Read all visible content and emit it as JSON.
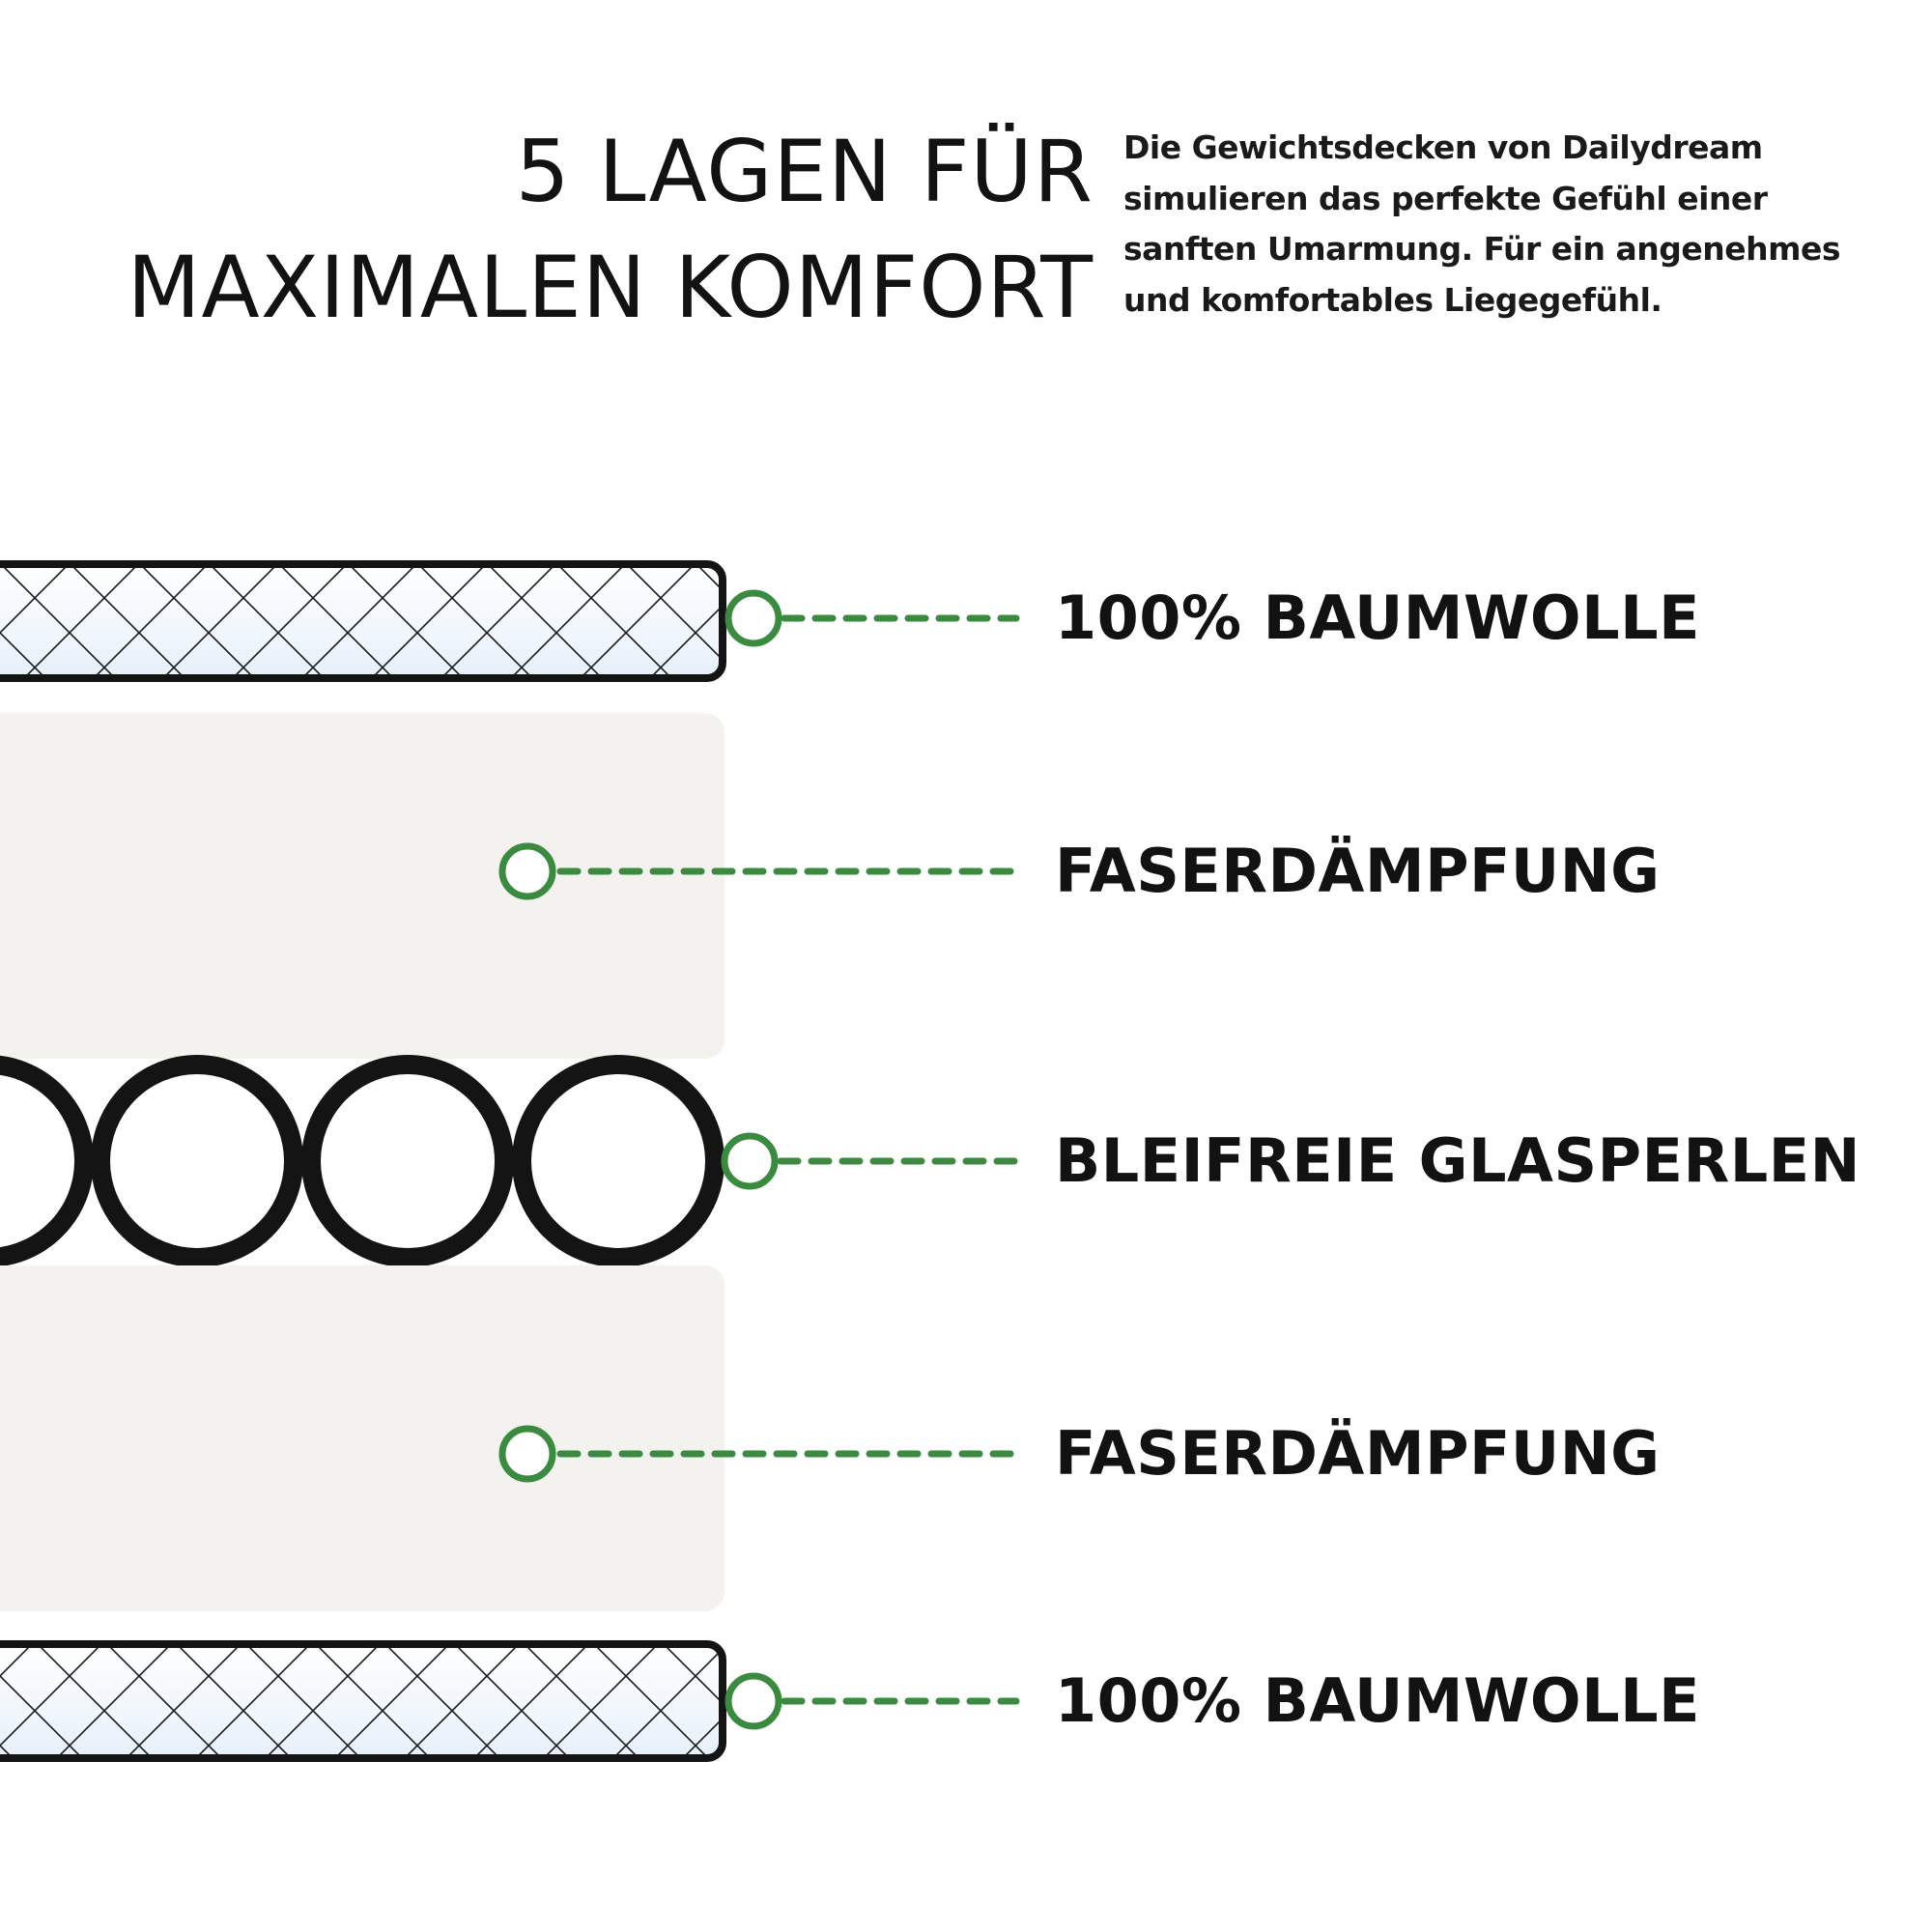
{
  "header": {
    "title_line1": "5 LAGEN FÜR",
    "title_line2": "MAXIMALEN KOMFORT",
    "description_lines": [
      "Die Gewichtsdecken von Dailydream",
      "simulieren das perfekte Gefühl einer",
      "sanften Umarmung. Für ein angenehmes",
      "und komfortables Liegegefühl."
    ]
  },
  "layers": [
    {
      "label": "100% BAUMWOLLE"
    },
    {
      "label": "FASERDÄMPFUNG"
    },
    {
      "label": "BLEIFREIE GLASPERLEN"
    },
    {
      "label": "FASERDÄMPFUNG"
    },
    {
      "label": "100% BAUMWOLLE"
    }
  ],
  "colors": {
    "accent_green": "#3a8a3f",
    "outline": "#141414",
    "fiber_fill": "#f3f2ef",
    "cotton_fill": "#f4f8fc"
  },
  "icons": [
    "connector-ring-icon",
    "crosshatch-pattern",
    "glass-bead-icon"
  ]
}
